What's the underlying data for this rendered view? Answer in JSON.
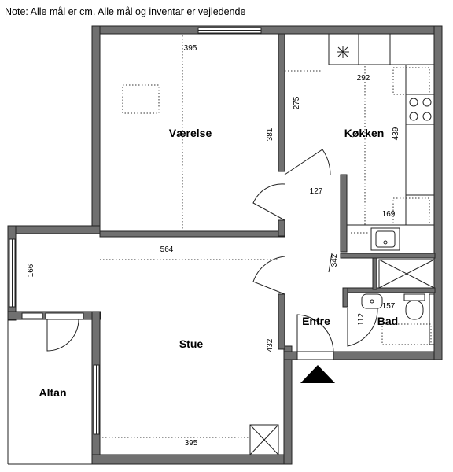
{
  "note": "Note: Alle mål er cm. Alle mål og inventar er vejledende",
  "rooms": {
    "vaerelse": "Værelse",
    "kokken": "Køkken",
    "stue": "Stue",
    "altan": "Altan",
    "entre": "Entre",
    "bad": "Bad"
  },
  "dimensions": {
    "vaerelse_width": "395",
    "vaerelse_height": "381",
    "kokken_width": "292",
    "kokken_wall": "275",
    "kokken_height": "439",
    "kokken_lower": "169",
    "passage": "127",
    "stue_width": "564",
    "stue_height": "432",
    "stue_bottom": "395",
    "window_left": "166",
    "hall": "342",
    "bad_width": "157",
    "bad_height": "112"
  },
  "colors": {
    "wall": "#707070",
    "line": "#222222"
  }
}
